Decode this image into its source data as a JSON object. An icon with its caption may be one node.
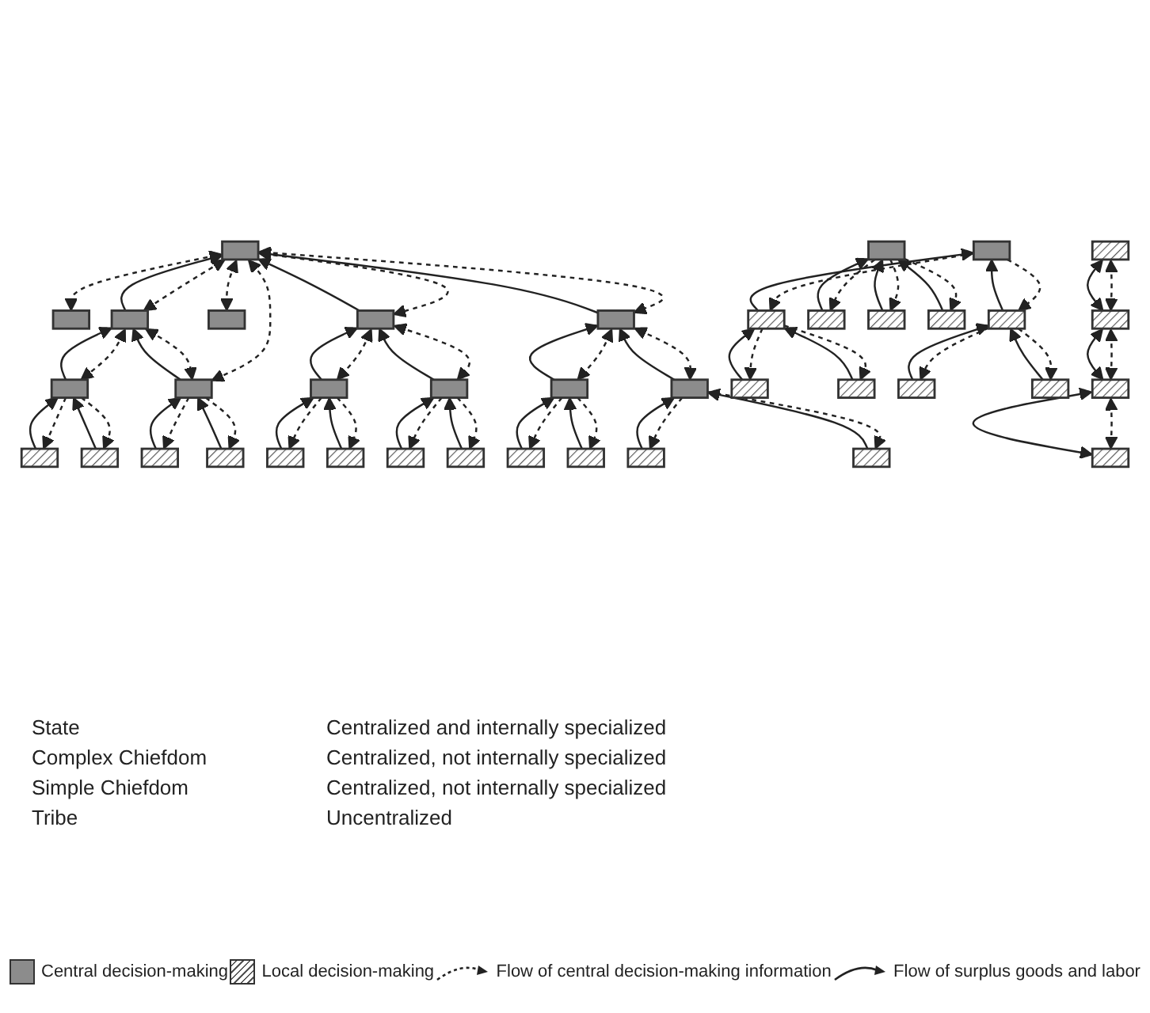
{
  "diagram": {
    "nodes": [
      {
        "text": [],
        "shape": "box"
      },
      {
        "text": [],
        "shape": "box"
      },
      {
        "text": [],
        "shape": "box"
      },
      {
        "text": [],
        "shape": "box"
      },
      {
        "text": [],
        "shape": "box"
      },
      {
        "text": [],
        "shape": "box"
      },
      {
        "text": [],
        "shape": "box"
      },
      {
        "text": [],
        "shape": "box"
      },
      {
        "text": [],
        "shape": "box"
      },
      {
        "text": [],
        "shape": "box"
      },
      {
        "text": [],
        "shape": "box"
      },
      {
        "text": [],
        "shape": "box"
      },
      {
        "text": [],
        "shape": "box"
      },
      {
        "text": [],
        "shape": "box"
      },
      {
        "text": [],
        "shape": "box"
      },
      {
        "text": [],
        "shape": "box"
      },
      {
        "text": [],
        "shape": "box"
      },
      {
        "text": [],
        "shape": "box"
      },
      {
        "text": [],
        "shape": "box"
      },
      {
        "text": [],
        "shape": "box"
      },
      {
        "text": [],
        "shape": "box"
      },
      {
        "text": [],
        "shape": "box"
      },
      {
        "text": [],
        "shape": "box"
      },
      {
        "text": [],
        "shape": "box"
      },
      {
        "text": [],
        "shape": "box"
      },
      {
        "text": [],
        "shape": "box"
      },
      {
        "text": [],
        "shape": "box"
      },
      {
        "text": [],
        "shape": "box"
      },
      {
        "text": [],
        "shape": "box"
      },
      {
        "text": [],
        "shape": "box"
      },
      {
        "text": [],
        "shape": "box"
      },
      {
        "text": [],
        "shape": "box"
      },
      {
        "text": [],
        "shape": "box"
      },
      {
        "text": [],
        "shape": "box"
      },
      {
        "text": [],
        "shape": "box"
      },
      {
        "text": [],
        "shape": "box"
      },
      {
        "text": [],
        "shape": "box"
      },
      {
        "text": [],
        "shape": "box"
      },
      {
        "text": [],
        "shape": "box"
      }
    ],
    "edges": [
      {
        "from": 0,
        "to": 1,
        "arrow": "both",
        "style": "dashed"
      },
      {
        "from": 0,
        "to": 2,
        "arrow": "both",
        "style": "dashed"
      },
      {
        "from": 2,
        "to": 0,
        "arrow": "to"
      },
      {
        "from": 0,
        "to": 7,
        "arrow": "both",
        "style": "dashed"
      },
      {
        "from": 0,
        "to": 3,
        "arrow": "both",
        "style": "dashed"
      },
      {
        "from": 0,
        "to": 4,
        "arrow": "both",
        "style": "dashed"
      },
      {
        "from": 4,
        "to": 0,
        "arrow": "to"
      },
      {
        "from": 0,
        "to": 5,
        "arrow": "both",
        "style": "dashed"
      },
      {
        "from": 5,
        "to": 0,
        "arrow": "to"
      },
      {
        "from": 2,
        "to": 6,
        "arrow": "both",
        "style": "dashed"
      },
      {
        "from": 6,
        "to": 2,
        "arrow": "to"
      },
      {
        "from": 2,
        "to": 7,
        "arrow": "both",
        "style": "dashed"
      },
      {
        "from": 7,
        "to": 2,
        "arrow": "to"
      },
      {
        "from": 4,
        "to": 8,
        "arrow": "both",
        "style": "dashed"
      },
      {
        "from": 8,
        "to": 4,
        "arrow": "to"
      },
      {
        "from": 4,
        "to": 9,
        "arrow": "both",
        "style": "dashed"
      },
      {
        "from": 9,
        "to": 4,
        "arrow": "to"
      },
      {
        "from": 5,
        "to": 10,
        "arrow": "both",
        "style": "dashed"
      },
      {
        "from": 10,
        "to": 5,
        "arrow": "to"
      },
      {
        "from": 5,
        "to": 11,
        "arrow": "both",
        "style": "dashed"
      },
      {
        "from": 11,
        "to": 5,
        "arrow": "to"
      },
      {
        "from": 6,
        "to": 12,
        "arrow": "to",
        "style": "dashed"
      },
      {
        "from": 12,
        "to": 6,
        "arrow": "to"
      },
      {
        "from": 6,
        "to": 13,
        "arrow": "to",
        "style": "dashed"
      },
      {
        "from": 13,
        "to": 6,
        "arrow": "to"
      },
      {
        "from": 7,
        "to": 14,
        "arrow": "to",
        "style": "dashed"
      },
      {
        "from": 14,
        "to": 7,
        "arrow": "to"
      },
      {
        "from": 7,
        "to": 15,
        "arrow": "to",
        "style": "dashed"
      },
      {
        "from": 15,
        "to": 7,
        "arrow": "to"
      },
      {
        "from": 8,
        "to": 16,
        "arrow": "to",
        "style": "dashed"
      },
      {
        "from": 16,
        "to": 8,
        "arrow": "to"
      },
      {
        "from": 8,
        "to": 17,
        "arrow": "to",
        "style": "dashed"
      },
      {
        "from": 17,
        "to": 8,
        "arrow": "to"
      },
      {
        "from": 9,
        "to": 18,
        "arrow": "to",
        "style": "dashed"
      },
      {
        "from": 18,
        "to": 9,
        "arrow": "to"
      },
      {
        "from": 9,
        "to": 19,
        "arrow": "to",
        "style": "dashed"
      },
      {
        "from": 19,
        "to": 9,
        "arrow": "to"
      },
      {
        "from": 10,
        "to": 20,
        "arrow": "to",
        "style": "dashed"
      },
      {
        "from": 20,
        "to": 10,
        "arrow": "to"
      },
      {
        "from": 10,
        "to": 21,
        "arrow": "to",
        "style": "dashed"
      },
      {
        "from": 21,
        "to": 10,
        "arrow": "to"
      },
      {
        "from": 11,
        "to": 22,
        "arrow": "to",
        "style": "dashed"
      },
      {
        "from": 22,
        "to": 11,
        "arrow": "to"
      },
      {
        "from": 11,
        "to": 23,
        "arrow": "to",
        "style": "dashed"
      },
      {
        "from": 23,
        "to": 11,
        "arrow": "to"
      },
      {
        "from": 24,
        "to": 25,
        "arrow": "to",
        "style": "dashed"
      },
      {
        "from": 25,
        "to": 24,
        "arrow": "to"
      },
      {
        "from": 24,
        "to": 26,
        "arrow": "to",
        "style": "dashed"
      },
      {
        "from": 26,
        "to": 24,
        "arrow": "to"
      },
      {
        "from": 25,
        "to": 27,
        "arrow": "to",
        "style": "dashed"
      },
      {
        "from": 27,
        "to": 25,
        "arrow": "to"
      },
      {
        "from": 25,
        "to": 28,
        "arrow": "to",
        "style": "dashed"
      },
      {
        "from": 28,
        "to": 25,
        "arrow": "to"
      },
      {
        "from": 26,
        "to": 29,
        "arrow": "to",
        "style": "dashed"
      },
      {
        "from": 29,
        "to": 26,
        "arrow": "to"
      },
      {
        "from": 26,
        "to": 30,
        "arrow": "to",
        "style": "dashed"
      },
      {
        "from": 30,
        "to": 26,
        "arrow": "to"
      },
      {
        "from": 31,
        "to": 32,
        "arrow": "to",
        "style": "dashed"
      },
      {
        "from": 32,
        "to": 31,
        "arrow": "to"
      },
      {
        "from": 31,
        "to": 33,
        "arrow": "to",
        "style": "dashed"
      },
      {
        "from": 33,
        "to": 31,
        "arrow": "to"
      },
      {
        "from": 31,
        "to": 34,
        "arrow": "to",
        "style": "dashed"
      },
      {
        "from": 34,
        "to": 31,
        "arrow": "to"
      },
      {
        "from": 35,
        "to": 36,
        "arrow": "both",
        "style": "dashed"
      },
      {
        "from": 35,
        "to": 36,
        "arrow": "both"
      },
      {
        "from": 36,
        "to": 37,
        "arrow": "both",
        "style": "dashed"
      },
      {
        "from": 36,
        "to": 37,
        "arrow": "both"
      },
      {
        "from": 37,
        "to": 38,
        "arrow": "both",
        "style": "dashed"
      },
      {
        "from": 37,
        "to": 38,
        "arrow": "both"
      }
    ],
    "labels": [
      "State",
      "Centralized and internally specialized",
      "Complex Chiefdom",
      "Centralized, not internally specialized",
      "Simple Chiefdom",
      "Centralized, not internally specialized",
      "Tribe",
      "Uncentralized"
    ],
    "legend": [
      {
        "text": "Central decision-making",
        "color": "#8c8c8c"
      },
      {
        "text": "Local decision-making"
      },
      {
        "text": "Flow of central decision-making information"
      },
      {
        "text": "Flow of surplus goods and labor"
      }
    ]
  }
}
